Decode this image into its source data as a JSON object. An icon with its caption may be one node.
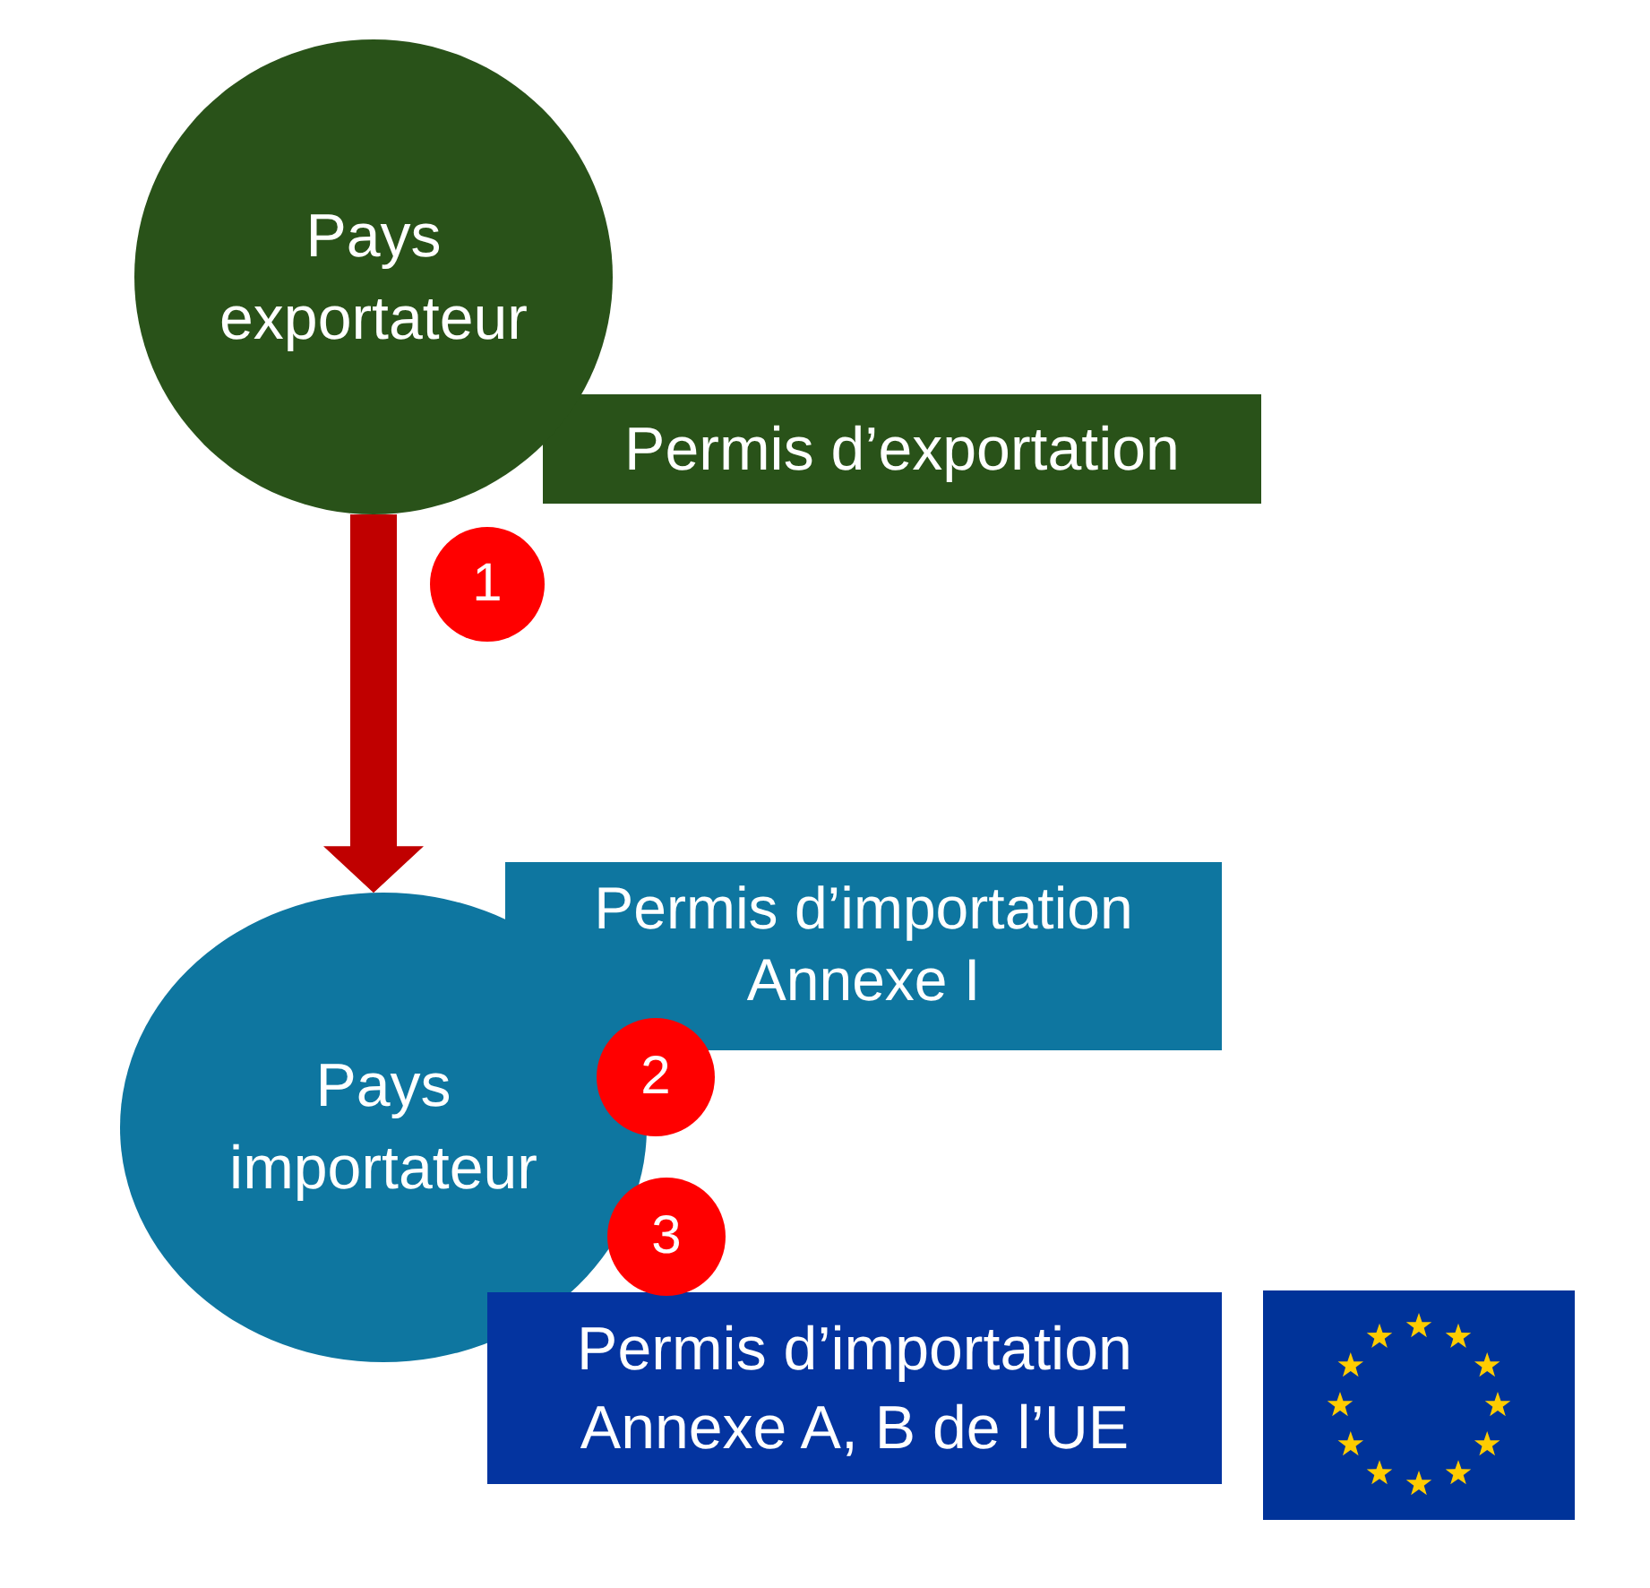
{
  "diagram": {
    "nodes": [
      {
        "text": [
          "Pays exportateur"
        ]
      },
      {
        "text": [
          "Permis d’exportation"
        ]
      },
      {
        "text": [
          "1"
        ]
      },
      {
        "text": [
          "Pays importateur"
        ]
      },
      {
        "text": [
          "Permis d’importation Annexe I"
        ]
      },
      {
        "text": [
          "2"
        ]
      },
      {
        "text": [
          "3"
        ]
      },
      {
        "text": [
          "Permis d’importation Annexe A, B de l’UE"
        ]
      }
    ],
    "edges": [
      {
        "from": 0,
        "to": 3,
        "arrow": "to",
        "style": "thick",
        "color": "#c00000"
      }
    ]
  }
}
